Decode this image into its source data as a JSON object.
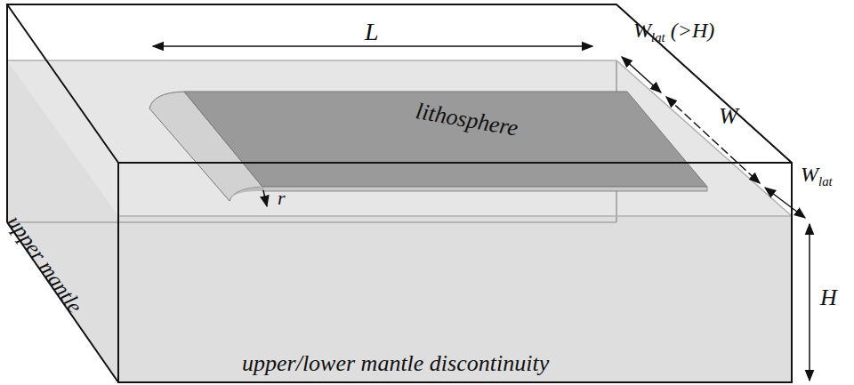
{
  "diagram": {
    "labels": [
      "L",
      "Wlat (>H)",
      "W",
      "Wlat",
      "r",
      "H",
      "upper mantle",
      "lithosphere",
      "upper/lower mantle discontinuity"
    ]
  }
}
